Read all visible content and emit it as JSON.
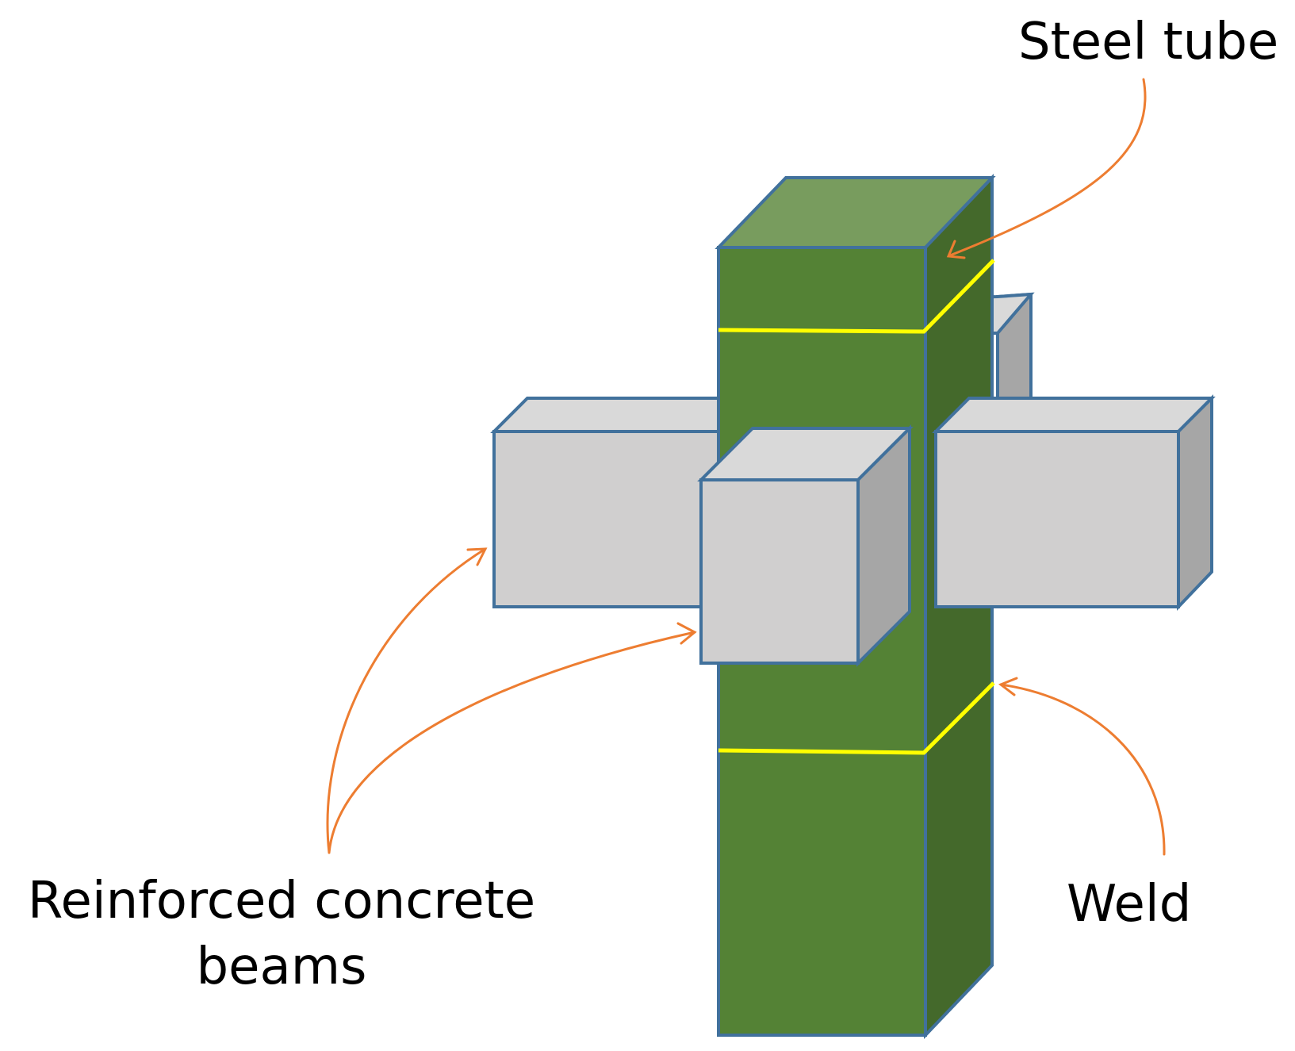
{
  "labels": {
    "steel_tube": "Steel tube",
    "rc_beams_line1": "Reinforced concrete",
    "rc_beams_line2": "beams",
    "weld": "Weld"
  },
  "colors": {
    "background": "#ffffff",
    "outline": "#41719c",
    "tube_front": "#548235",
    "tube_side": "#44692b",
    "tube_top": "#789c5e",
    "beam_front": "#d0cfcf",
    "beam_side": "#a6a6a6",
    "beam_top": "#d9d9d9",
    "weld_line": "#ffff00",
    "arrow": "#ed7d31"
  }
}
